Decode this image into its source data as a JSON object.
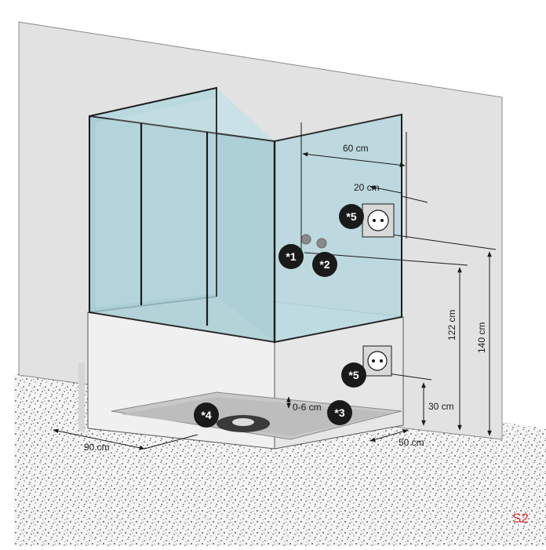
{
  "diagram": {
    "markers": [
      "*1",
      "*2",
      "*3",
      "*4",
      "*5",
      "*5"
    ],
    "dimensions": {
      "width_top": "60 cm",
      "offset_top": "20 cm",
      "height_valve": "122 cm",
      "height_outlet_top": "140 cm",
      "height_outlet_low": "30 cm",
      "drain_height": "0-6 cm",
      "depth_left": "90 cm",
      "depth_right": "50 cm"
    },
    "corner_label": "S2",
    "colors": {
      "wall": "#e2e2e2",
      "wall_dark": "#d6d6d6",
      "floor": "#f2f2f2",
      "glass": "#b9d9df",
      "glass_dark": "#a8cdd5",
      "outline": "#1a1a1a",
      "label_red": "#e03030"
    }
  }
}
